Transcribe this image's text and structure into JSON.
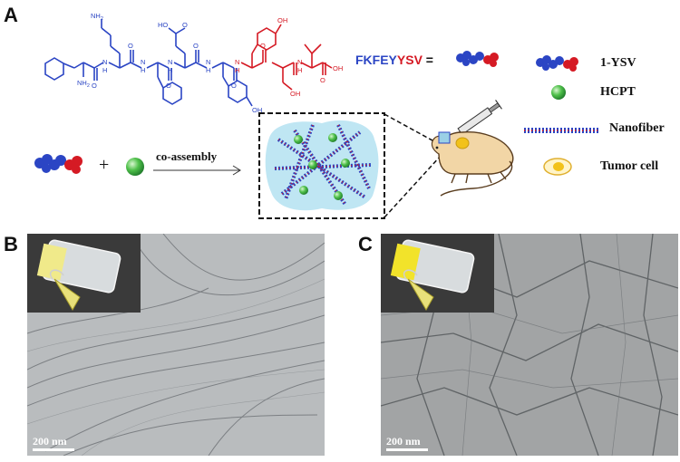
{
  "panels": {
    "a": "A",
    "b": "B",
    "c": "C"
  },
  "sequence": {
    "blue_part": "FKFEY",
    "red_part": "YSV",
    "equals": "="
  },
  "chem": {
    "nh2_top": "NH",
    "nh2_top_sub": "2",
    "nh2_left": "NH",
    "nh2_left_sub": "2",
    "ho_acid": "HO",
    "o_acid": "O",
    "oh_tyr1": "OH",
    "oh_tyr2": "OH",
    "oh_ser": "OH",
    "oh_end": "OH",
    "nh_labels": [
      "N",
      "N",
      "N",
      "N",
      "N",
      "N"
    ],
    "h_labels": [
      "H",
      "H",
      "H",
      "H",
      "H",
      "H"
    ],
    "o_labels": [
      "O",
      "O",
      "O",
      "O",
      "O",
      "O",
      "O"
    ]
  },
  "legend": {
    "items": [
      {
        "label": "1-YSV",
        "icon": "peptide-icon"
      },
      {
        "label": "HCPT",
        "icon": "green-sphere-icon"
      },
      {
        "label": "Nanofiber",
        "icon": "nanofiber-icon"
      },
      {
        "label": "Tumor cell",
        "icon": "tumor-cell-icon"
      }
    ]
  },
  "scheme": {
    "plus": "+",
    "arrow_label": "co-assembly"
  },
  "micrographs": {
    "b_scale": "200 nm",
    "c_scale": "200 nm"
  },
  "colors": {
    "blue": "#2b45c4",
    "red": "#d51a24",
    "green": "#39b54a",
    "gel_bg": "#bfe6f3"
  }
}
